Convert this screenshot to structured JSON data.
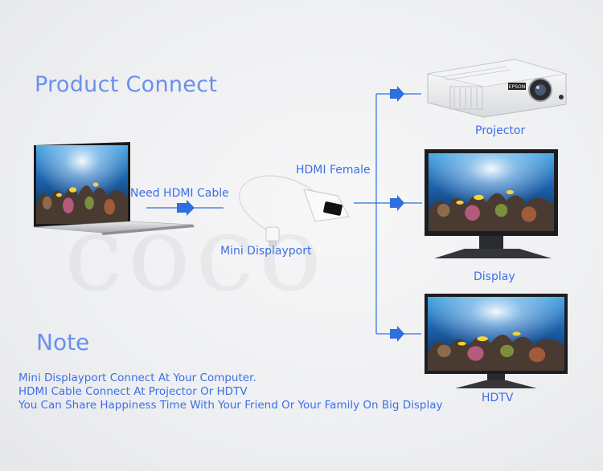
{
  "title": "Product Connect",
  "labels": {
    "need_cable": "Need HDMI Cable",
    "hdmi_female": "HDMI Female",
    "mini_dp": "Mini Displayport",
    "projector": "Projector",
    "display": "Display",
    "hdtv": "HDTV"
  },
  "projector_brand": "EPSON",
  "note": {
    "title": "Note",
    "lines": [
      "Mini Displayport Connect At Your Computer.",
      "HDMI Cable Connect At Projector Or HDTV",
      "You Can Share Happiness Time With Your Friend Or Your Family On Big Display"
    ]
  },
  "colors": {
    "accent": "#3d6fe8",
    "heading": "#6b8ff0",
    "arrow": "#2f6fe0"
  }
}
